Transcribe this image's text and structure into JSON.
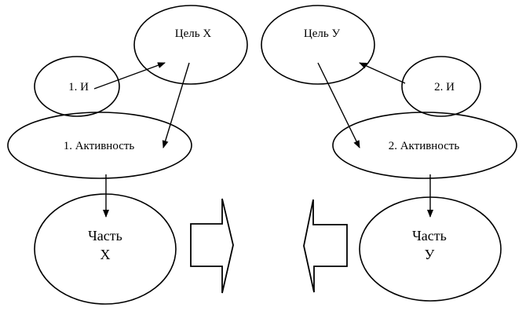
{
  "nodes": {
    "goal_x": "Цель Х",
    "goal_y": "Цель У",
    "interest_1": "1. И",
    "interest_2": "2. И",
    "activity_1": "1. Активность",
    "activity_2": "2. Активность",
    "part_x_line1": "Часть",
    "part_x_line2": "Х",
    "part_y_line1": "Часть",
    "part_y_line2": "У"
  }
}
